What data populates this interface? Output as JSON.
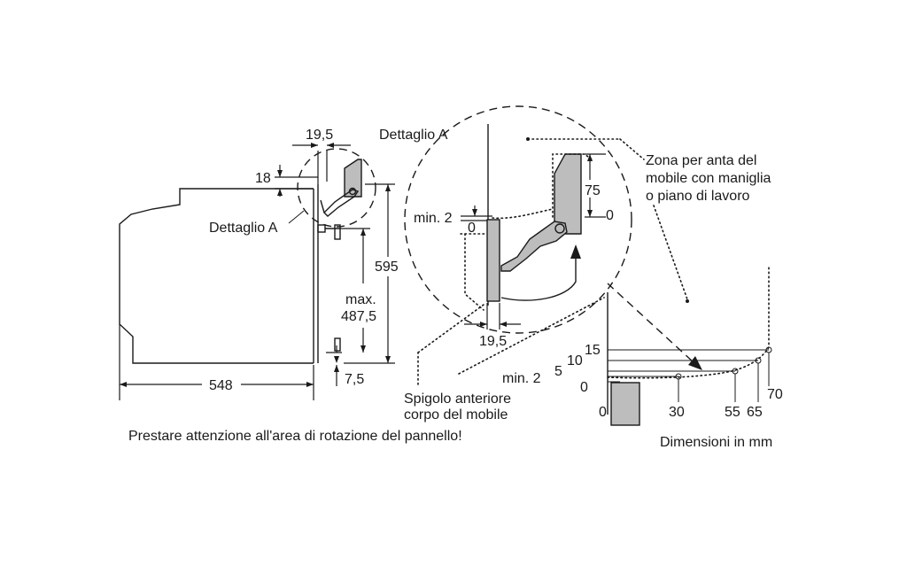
{
  "labels": {
    "dettaglio_a_left": "Dettaglio A",
    "dettaglio_a_top": "Dettaglio A",
    "zona_line1": "Zona per anta del",
    "zona_line2": "mobile con maniglia",
    "zona_line3": "o piano di lavoro",
    "spigolo_line1": "Spigolo anteriore",
    "spigolo_line2": "corpo del mobile",
    "warning": "Prestare attenzione all'area di rotazione del pannello!",
    "units": "Dimensioni in mm"
  },
  "side_view": {
    "dim_width": "548",
    "dim_height": "595",
    "dim_max_line1": "max.",
    "dim_max_line2": "487,5",
    "dim_18": "18",
    "dim_19_5": "19,5",
    "dim_7_5": "7,5"
  },
  "detail_view": {
    "dim_min2": "min. 2",
    "dim_0_left": "0",
    "dim_75": "75",
    "dim_0_right": "0",
    "dim_19_5": "19,5"
  },
  "rotation_view": {
    "y_labels": [
      "15",
      "10",
      "5",
      "min. 2",
      "0"
    ],
    "x_labels": [
      "0",
      "30",
      "55",
      "65",
      "70"
    ]
  }
}
